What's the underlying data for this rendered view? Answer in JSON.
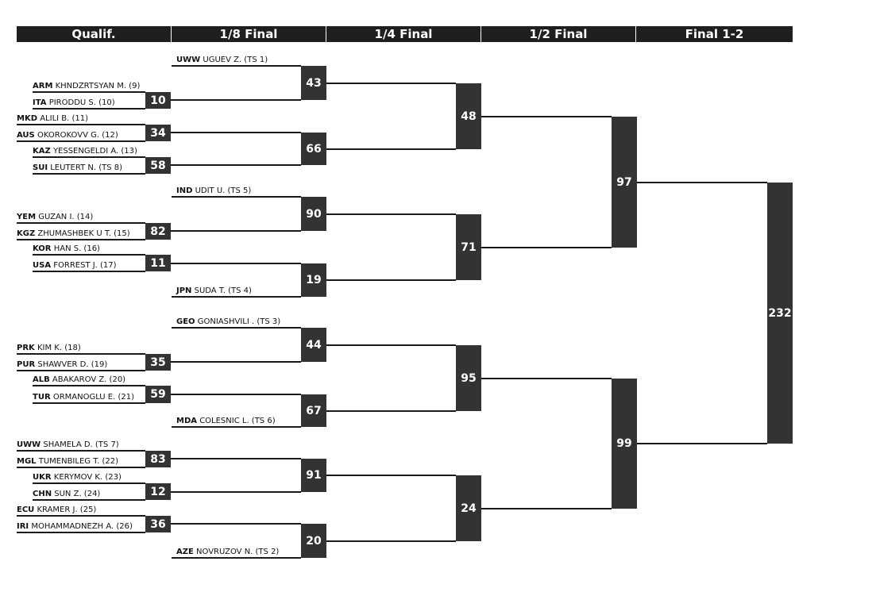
{
  "headers": [
    "Qualif.",
    "1/8 Final",
    "1/4 Final",
    "1/2 Final",
    "Final 1-2"
  ],
  "athletes": [
    {
      "country": "UWW",
      "name": "UGUEV Z. (TS 1)"
    },
    {
      "country": "ARM",
      "name": "KHNDZRTSYAN M. (9)"
    },
    {
      "country": "ITA",
      "name": "PIRODDU S. (10)"
    },
    {
      "country": "MKD",
      "name": "ALILI B. (11)"
    },
    {
      "country": "AUS",
      "name": "OKOROKOVV G. (12)"
    },
    {
      "country": "KAZ",
      "name": "YESSENGELDI A. (13)"
    },
    {
      "country": "SUI",
      "name": "LEUTERT N. (TS 8)"
    },
    {
      "country": "IND",
      "name": "UDIT U. (TS 5)"
    },
    {
      "country": "YEM",
      "name": "GUZAN I. (14)"
    },
    {
      "country": "KGZ",
      "name": "ZHUMASHBEK U T. (15)"
    },
    {
      "country": "KOR",
      "name": "HAN S. (16)"
    },
    {
      "country": "USA",
      "name": "FORREST J. (17)"
    },
    {
      "country": "JPN",
      "name": "SUDA T. (TS 4)"
    },
    {
      "country": "GEO",
      "name": "GONIASHVILI . (TS 3)"
    },
    {
      "country": "PRK",
      "name": "KIM K. (18)"
    },
    {
      "country": "PUR",
      "name": "SHAWVER D. (19)"
    },
    {
      "country": "ALB",
      "name": "ABAKAROV Z. (20)"
    },
    {
      "country": "TUR",
      "name": "ORMANOGLU E. (21)"
    },
    {
      "country": "MDA",
      "name": "COLESNIC L. (TS 6)"
    },
    {
      "country": "UWW",
      "name": "SHAMELA D. (TS 7)"
    },
    {
      "country": "MGL",
      "name": "TUMENBILEG T. (22)"
    },
    {
      "country": "UKR",
      "name": "KERYMOV K. (23)"
    },
    {
      "country": "CHN",
      "name": "SUN Z. (24)"
    },
    {
      "country": "ECU",
      "name": "KRAMER J. (25)"
    },
    {
      "country": "IRI",
      "name": "MOHAMMADNEZH A. (26)"
    },
    {
      "country": "AZE",
      "name": "NOVRUZOV N. (TS 2)"
    }
  ],
  "bouts": {
    "qualif": [
      "10",
      "34",
      "58",
      "82",
      "11",
      "35",
      "59",
      "83",
      "12",
      "36"
    ],
    "eighth": [
      "43",
      "66",
      "90",
      "19",
      "44",
      "67",
      "91",
      "20"
    ],
    "quarter": [
      "48",
      "71",
      "95",
      "24"
    ],
    "semi": [
      "97",
      "99"
    ],
    "final": [
      "232"
    ]
  }
}
